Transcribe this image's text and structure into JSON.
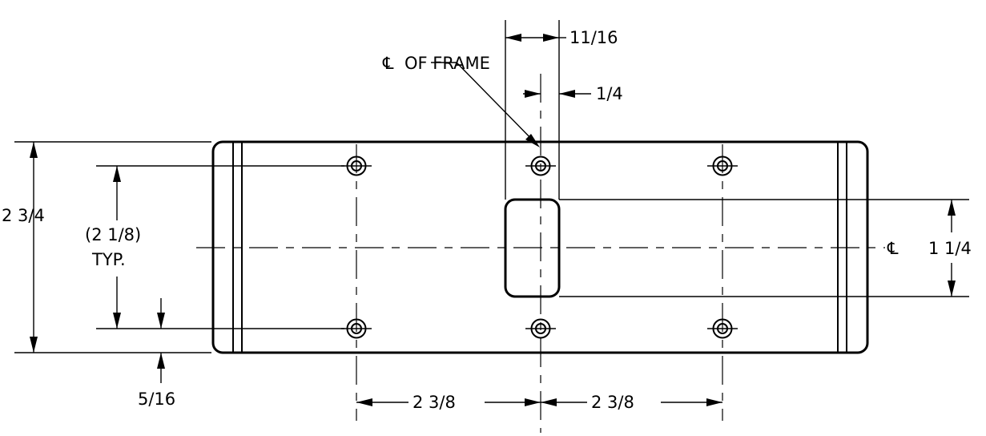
{
  "drawing": {
    "labels": {
      "center_of_frame": "OF FRAME",
      "centerline_symbol": "℄",
      "dim_11_16": "11/16",
      "dim_1_4": "1/4",
      "dim_2_3_4": "2 3/4",
      "dim_2_1_8": "(2 1/8)",
      "typ": "TYP.",
      "dim_5_16": "5/16",
      "dim_1_1_4": "1 1/4",
      "dim_2_3_8_left": "2 3/8",
      "dim_2_3_8_right": "2 3/8"
    }
  }
}
